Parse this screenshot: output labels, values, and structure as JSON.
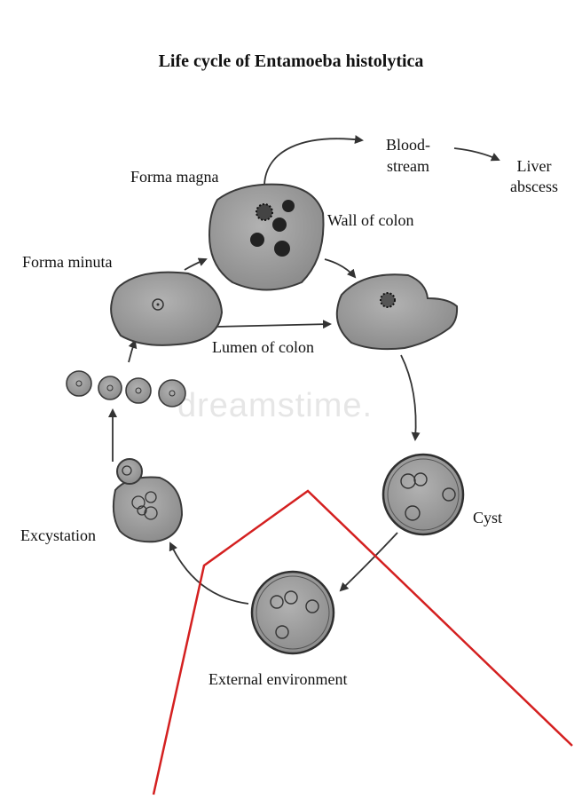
{
  "title": "Life cycle of Entamoeba histolytica",
  "watermark": "dreamstime.",
  "labels": {
    "forma_magna": "Forma magna",
    "bloodstream_1": "Blood-",
    "bloodstream_2": "stream",
    "liver_1": "Liver",
    "liver_2": "abscess",
    "wall_of_colon": "Wall of colon",
    "forma_minuta": "Forma minuta",
    "lumen_of_colon": "Lumen of colon",
    "cyst": "Cyst",
    "excystation": "Excystation",
    "external_environment": "External environment"
  },
  "colors": {
    "cell_fill": "#9a9a9a",
    "cell_stroke": "#3a3a3a",
    "nucleus": "#222222",
    "arrow": "#333333",
    "red_line": "#d42020"
  }
}
